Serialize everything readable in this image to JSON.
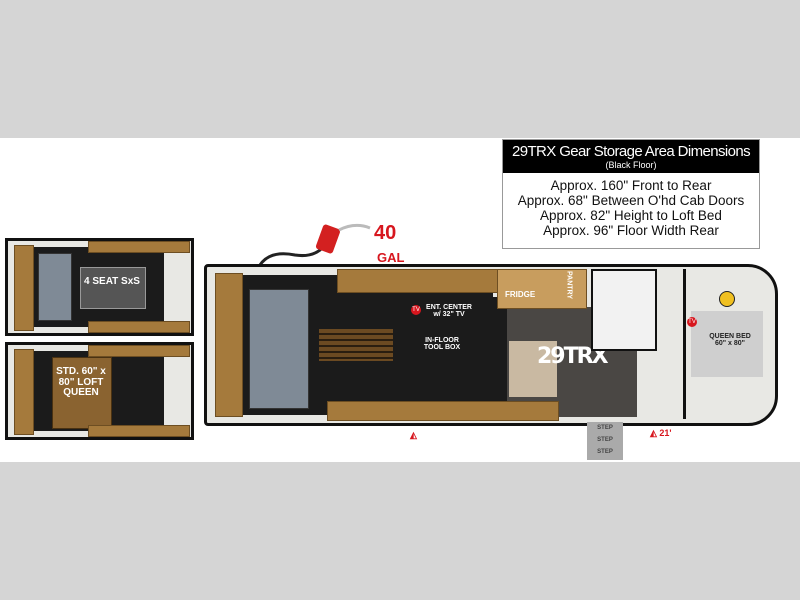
{
  "dimensions_box": {
    "title": "29TRX Gear Storage Area Dimensions",
    "subtitle": "(Black Floor)",
    "lines": [
      "Approx. 160\" Front to Rear",
      "Approx. 68\" Between O'hd Cab Doors",
      "Approx. 82\" Height to Loft Bed",
      "Approx. 96\" Floor Width Rear"
    ]
  },
  "fuel": {
    "amount": "40",
    "unit": "GAL",
    "icon": "fuel-pump-icon"
  },
  "main_plan": {
    "model": "29TRX",
    "ent_center": "ENT. CENTER",
    "ent_center_sub": "w/ 32\" TV",
    "tool_box": "IN-FLOOR TOOL BOX",
    "fridge": "FRIDGE",
    "pantry": "PANTRY",
    "queen_bed": "QUEEN BED",
    "queen_bed_size": "60\" x 80\"",
    "tv_badge": "TV",
    "steps": [
      "STEP",
      "STEP",
      "STEP"
    ],
    "length_marker": "21'"
  },
  "alt_plans": {
    "sxs": "4 SEAT SxS",
    "loft": "STD. 60\" x 80\" LOFT QUEEN"
  }
}
